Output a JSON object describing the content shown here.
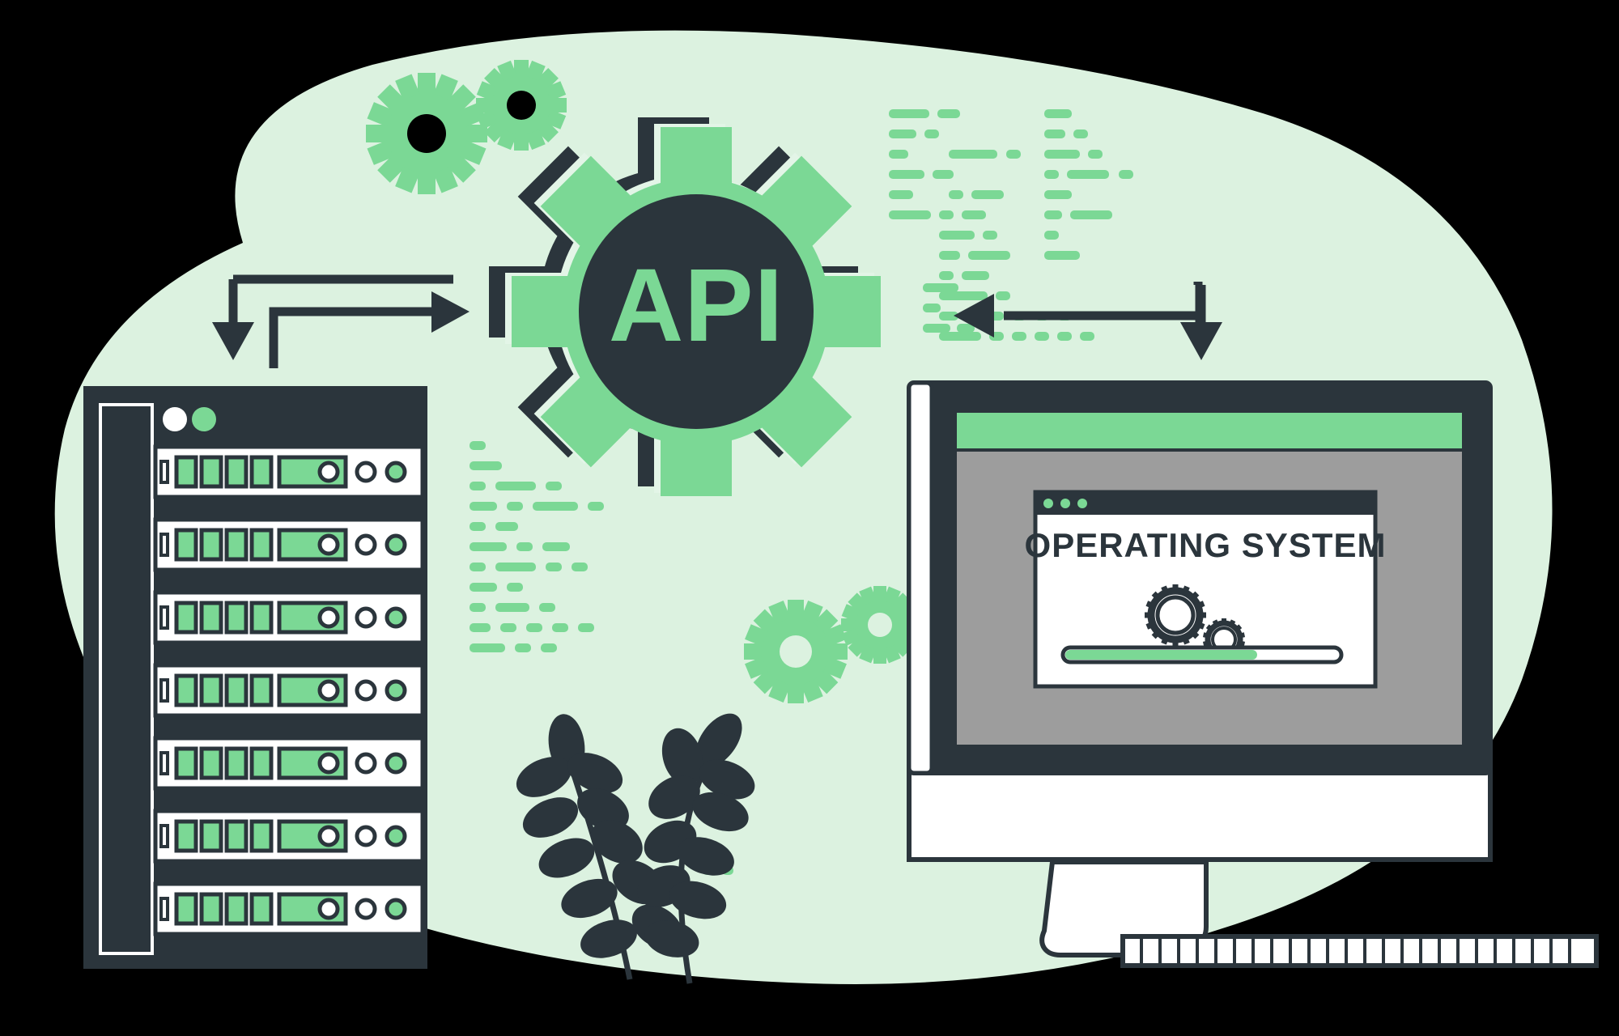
{
  "illustration": {
    "title": "API gear connecting server rack to operating system desktop",
    "domain_note": "flat vector illustration"
  },
  "palette": {
    "background": "#000000",
    "blob": "#dcf2e0",
    "dark": "#2b353c",
    "green": "#7bd895",
    "green_light": "#a5e5b5",
    "white": "#ffffff",
    "grey": "#9d9d9d",
    "shadow_green": "#8fdca3"
  },
  "api_gear": {
    "label": "API",
    "label_color": "#7bd895",
    "hub_color": "#2b353c",
    "body_color": "#7bd895",
    "shadow_color": "#2b353c",
    "teeth": 8
  },
  "small_gears": {
    "top_left": {
      "name": "gear-large-top-left",
      "color": "#7bd895"
    },
    "top_right": {
      "name": "gear-small-top-left",
      "color": "#7bd895"
    },
    "mid_left": {
      "name": "gear-large-mid",
      "color": "#7bd895"
    },
    "mid_right": {
      "name": "gear-small-mid",
      "color": "#7bd895"
    }
  },
  "arrows": {
    "left_outer": {
      "name": "arrow-down-to-server",
      "direction": "down"
    },
    "left_inner": {
      "name": "arrow-right-to-api",
      "direction": "right"
    },
    "right_inner": {
      "name": "arrow-left-to-api",
      "direction": "left"
    },
    "right_outer": {
      "name": "arrow-down-to-monitor",
      "direction": "down"
    }
  },
  "server_rack": {
    "name": "server-rack",
    "unit_count": 7,
    "status_leds": [
      {
        "name": "led-white",
        "color": "#ffffff"
      },
      {
        "name": "led-green",
        "color": "#7bd895"
      }
    ],
    "unit": {
      "small_bay_count": 4,
      "bay_color": "#7bd895",
      "wide_panel_color": "#7bd895",
      "indicator_colors": [
        "#ffffff",
        "#7bd895"
      ],
      "face_color": "#ffffff",
      "outline_color": "#2b353c"
    }
  },
  "monitor": {
    "name": "desktop-monitor",
    "bezel_color": "#2b353c",
    "screen_header_color": "#7bd895",
    "screen_body_color": "#9d9d9d",
    "stand_color": "#ffffff",
    "window": {
      "name": "os-window",
      "titlebar_dots": 3,
      "titlebar_dot_color": "#7bd895",
      "title": "OPERATING SYSTEM",
      "title_color": "#2b353c",
      "gears": [
        {
          "name": "os-gear-large",
          "teeth": 16
        },
        {
          "name": "os-gear-small",
          "teeth": 14
        }
      ],
      "progress": {
        "name": "loading-progress-bar",
        "percent": 70,
        "fill_color": "#7bd895",
        "track_color": "#ffffff",
        "border_color": "#2b353c"
      }
    }
  },
  "keyboard": {
    "name": "keyboard",
    "key_count": 26,
    "color": "#ffffff",
    "outline": "#2b353c"
  },
  "plant": {
    "name": "decorative-plant",
    "stem_count": 2,
    "color": "#2b353c"
  },
  "code_blocks": {
    "top": {
      "name": "code-lines-top",
      "color": "#7bd895",
      "rows": 9
    },
    "middle": {
      "name": "code-lines-middle",
      "color": "#7bd895",
      "rows": 9
    }
  }
}
